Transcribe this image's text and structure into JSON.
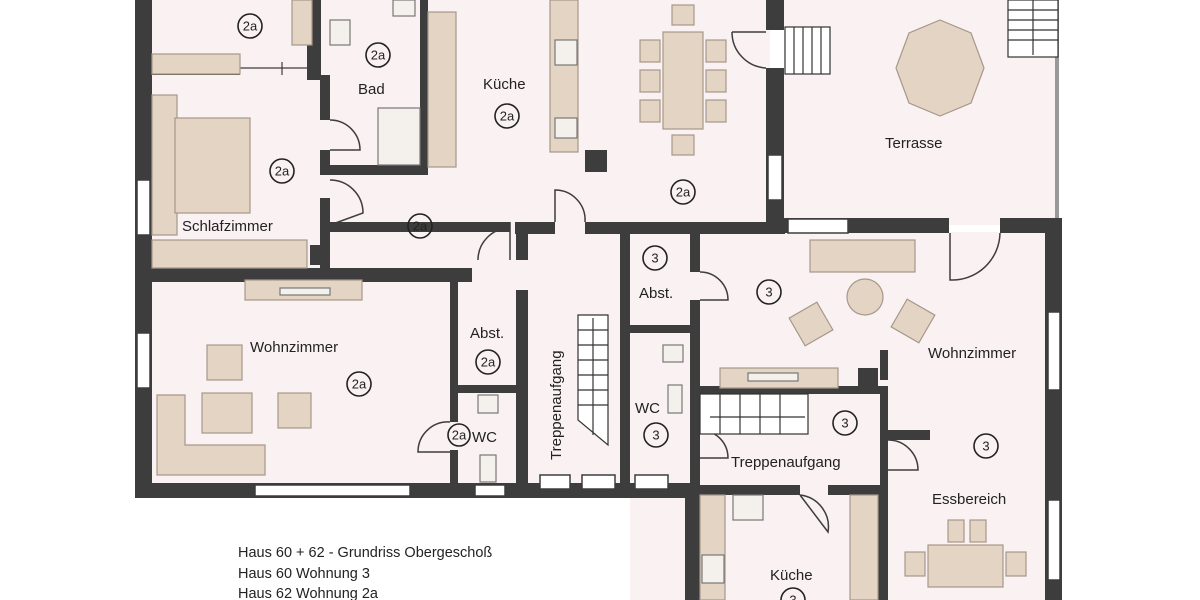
{
  "rooms": {
    "bad": "Bad",
    "kueche_2a": "Küche",
    "terrasse": "Terrasse",
    "schlafzimmer": "Schlafzimmer",
    "wohnzimmer_2a": "Wohnzimmer",
    "abst_2a": "Abst.",
    "wc_2a": "WC",
    "treppenaufgang_2a": "Treppenaufgang",
    "abst_3": "Abst.",
    "wc_3": "WC",
    "wohnzimmer_3": "Wohnzimmer",
    "treppenaufgang_3": "Treppenaufgang",
    "essbereich": "Essbereich",
    "kueche_3": "Küche"
  },
  "badges": {
    "unit_2a": "2a",
    "unit_3": "3"
  },
  "legend": {
    "line1": "Haus 60 + 62 - Grundriss Obergeschoß",
    "line2": "Haus 60 Wohnung 3",
    "line3": "Haus 62 Wohnung 2a"
  },
  "colors": {
    "floor": "#faf1f2",
    "wall": "#3d3d3d",
    "furniture": "#e3d4c4"
  }
}
